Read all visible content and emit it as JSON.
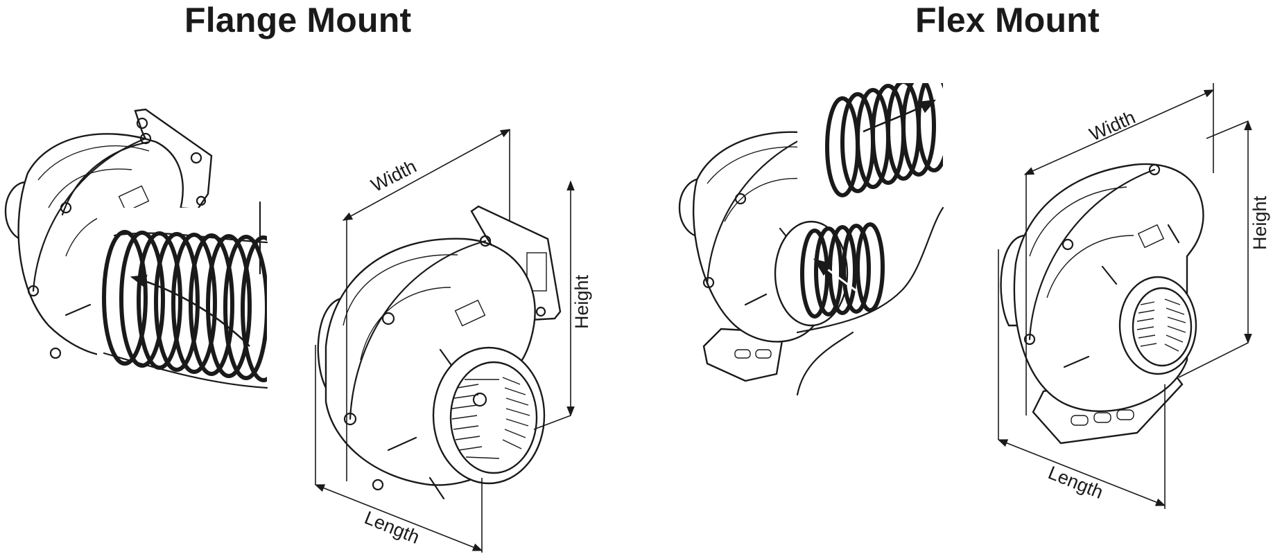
{
  "titles": {
    "left": "Flange Mount",
    "right": "Flex Mount"
  },
  "labels": {
    "flange_width": "Width",
    "flange_height": "Height",
    "flange_length": "Length",
    "flex_width": "Width",
    "flex_height": "Height",
    "flex_length": "Length"
  }
}
